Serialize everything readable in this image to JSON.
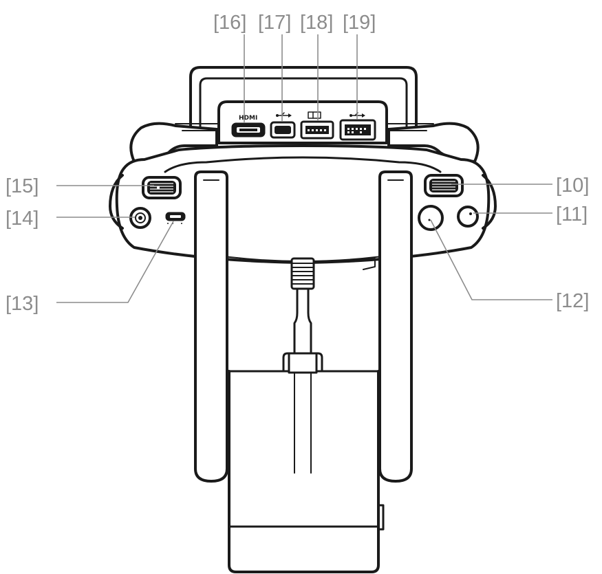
{
  "callouts": {
    "c16": "[16]",
    "c17": "[17]",
    "c18": "[18]",
    "c19": "[19]",
    "c15": "[15]",
    "c14": "[14]",
    "c13": "[13]",
    "c10": "[10]",
    "c11": "[11]",
    "c12": "[12]"
  },
  "ports": {
    "hdmi_label": "HDMI"
  },
  "colors": {
    "callout_text": "#8c8c8c",
    "outline": "#1a1a1a",
    "background": "#ffffff"
  }
}
